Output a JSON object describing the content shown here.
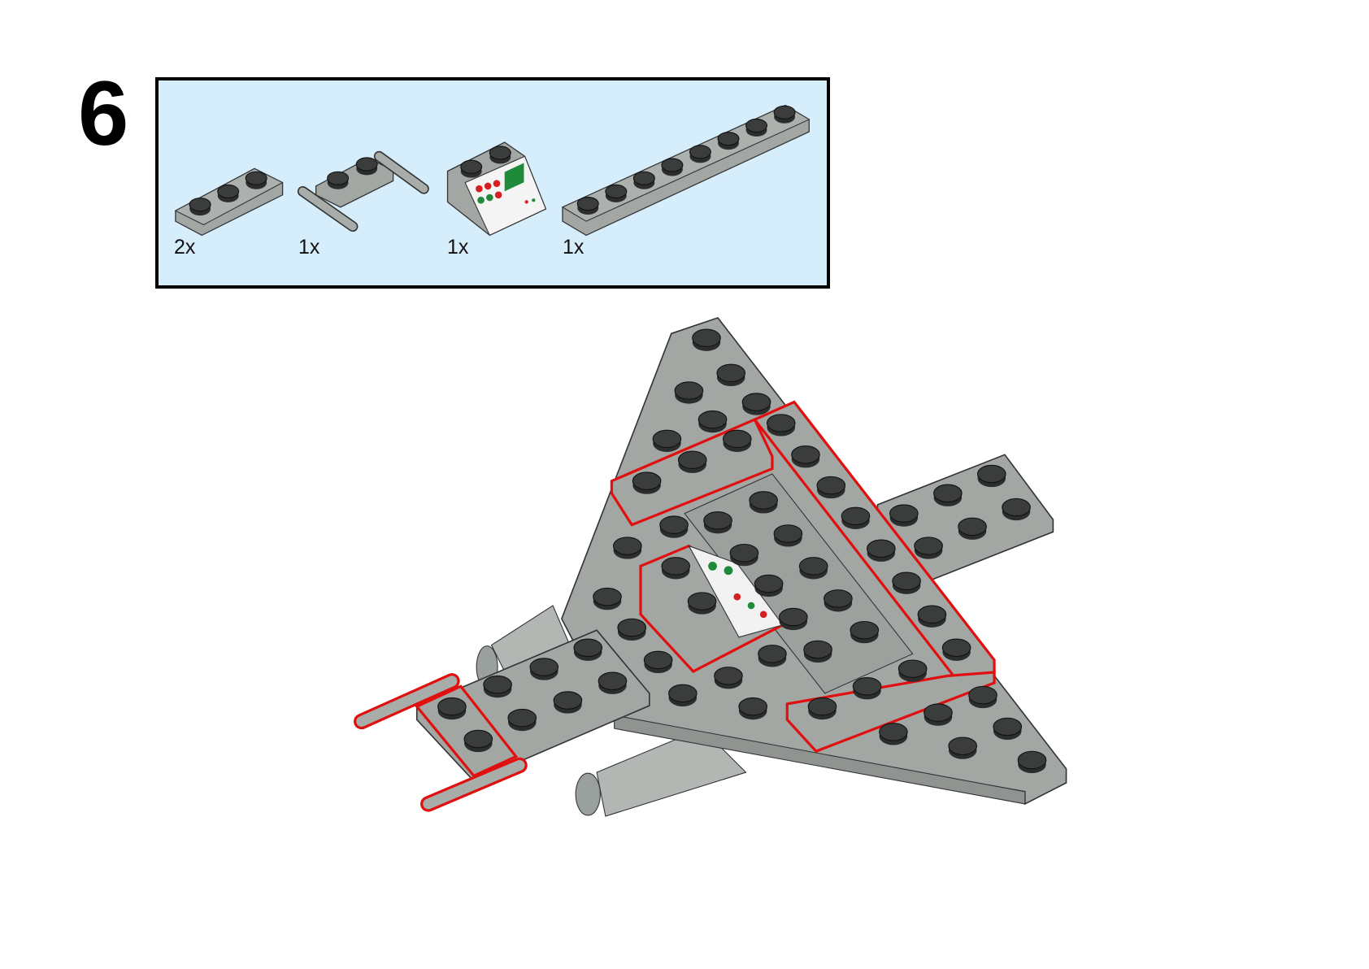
{
  "step": {
    "number": "6"
  },
  "parts_list": {
    "background": "#d6edfc",
    "items": [
      {
        "name": "plate-1x3",
        "quantity": "2x"
      },
      {
        "name": "plate-1x2-with-bars",
        "quantity": "1x"
      },
      {
        "name": "slope-computer-panel",
        "quantity": "1x"
      },
      {
        "name": "plate-1x8",
        "quantity": "1x"
      }
    ]
  },
  "colors": {
    "brick_gray": "#a2a7a4",
    "stud_dark": "#3b3d3c",
    "highlight": "#e01010",
    "panel_green": "#1e8a3a",
    "panel_red": "#d42020"
  }
}
